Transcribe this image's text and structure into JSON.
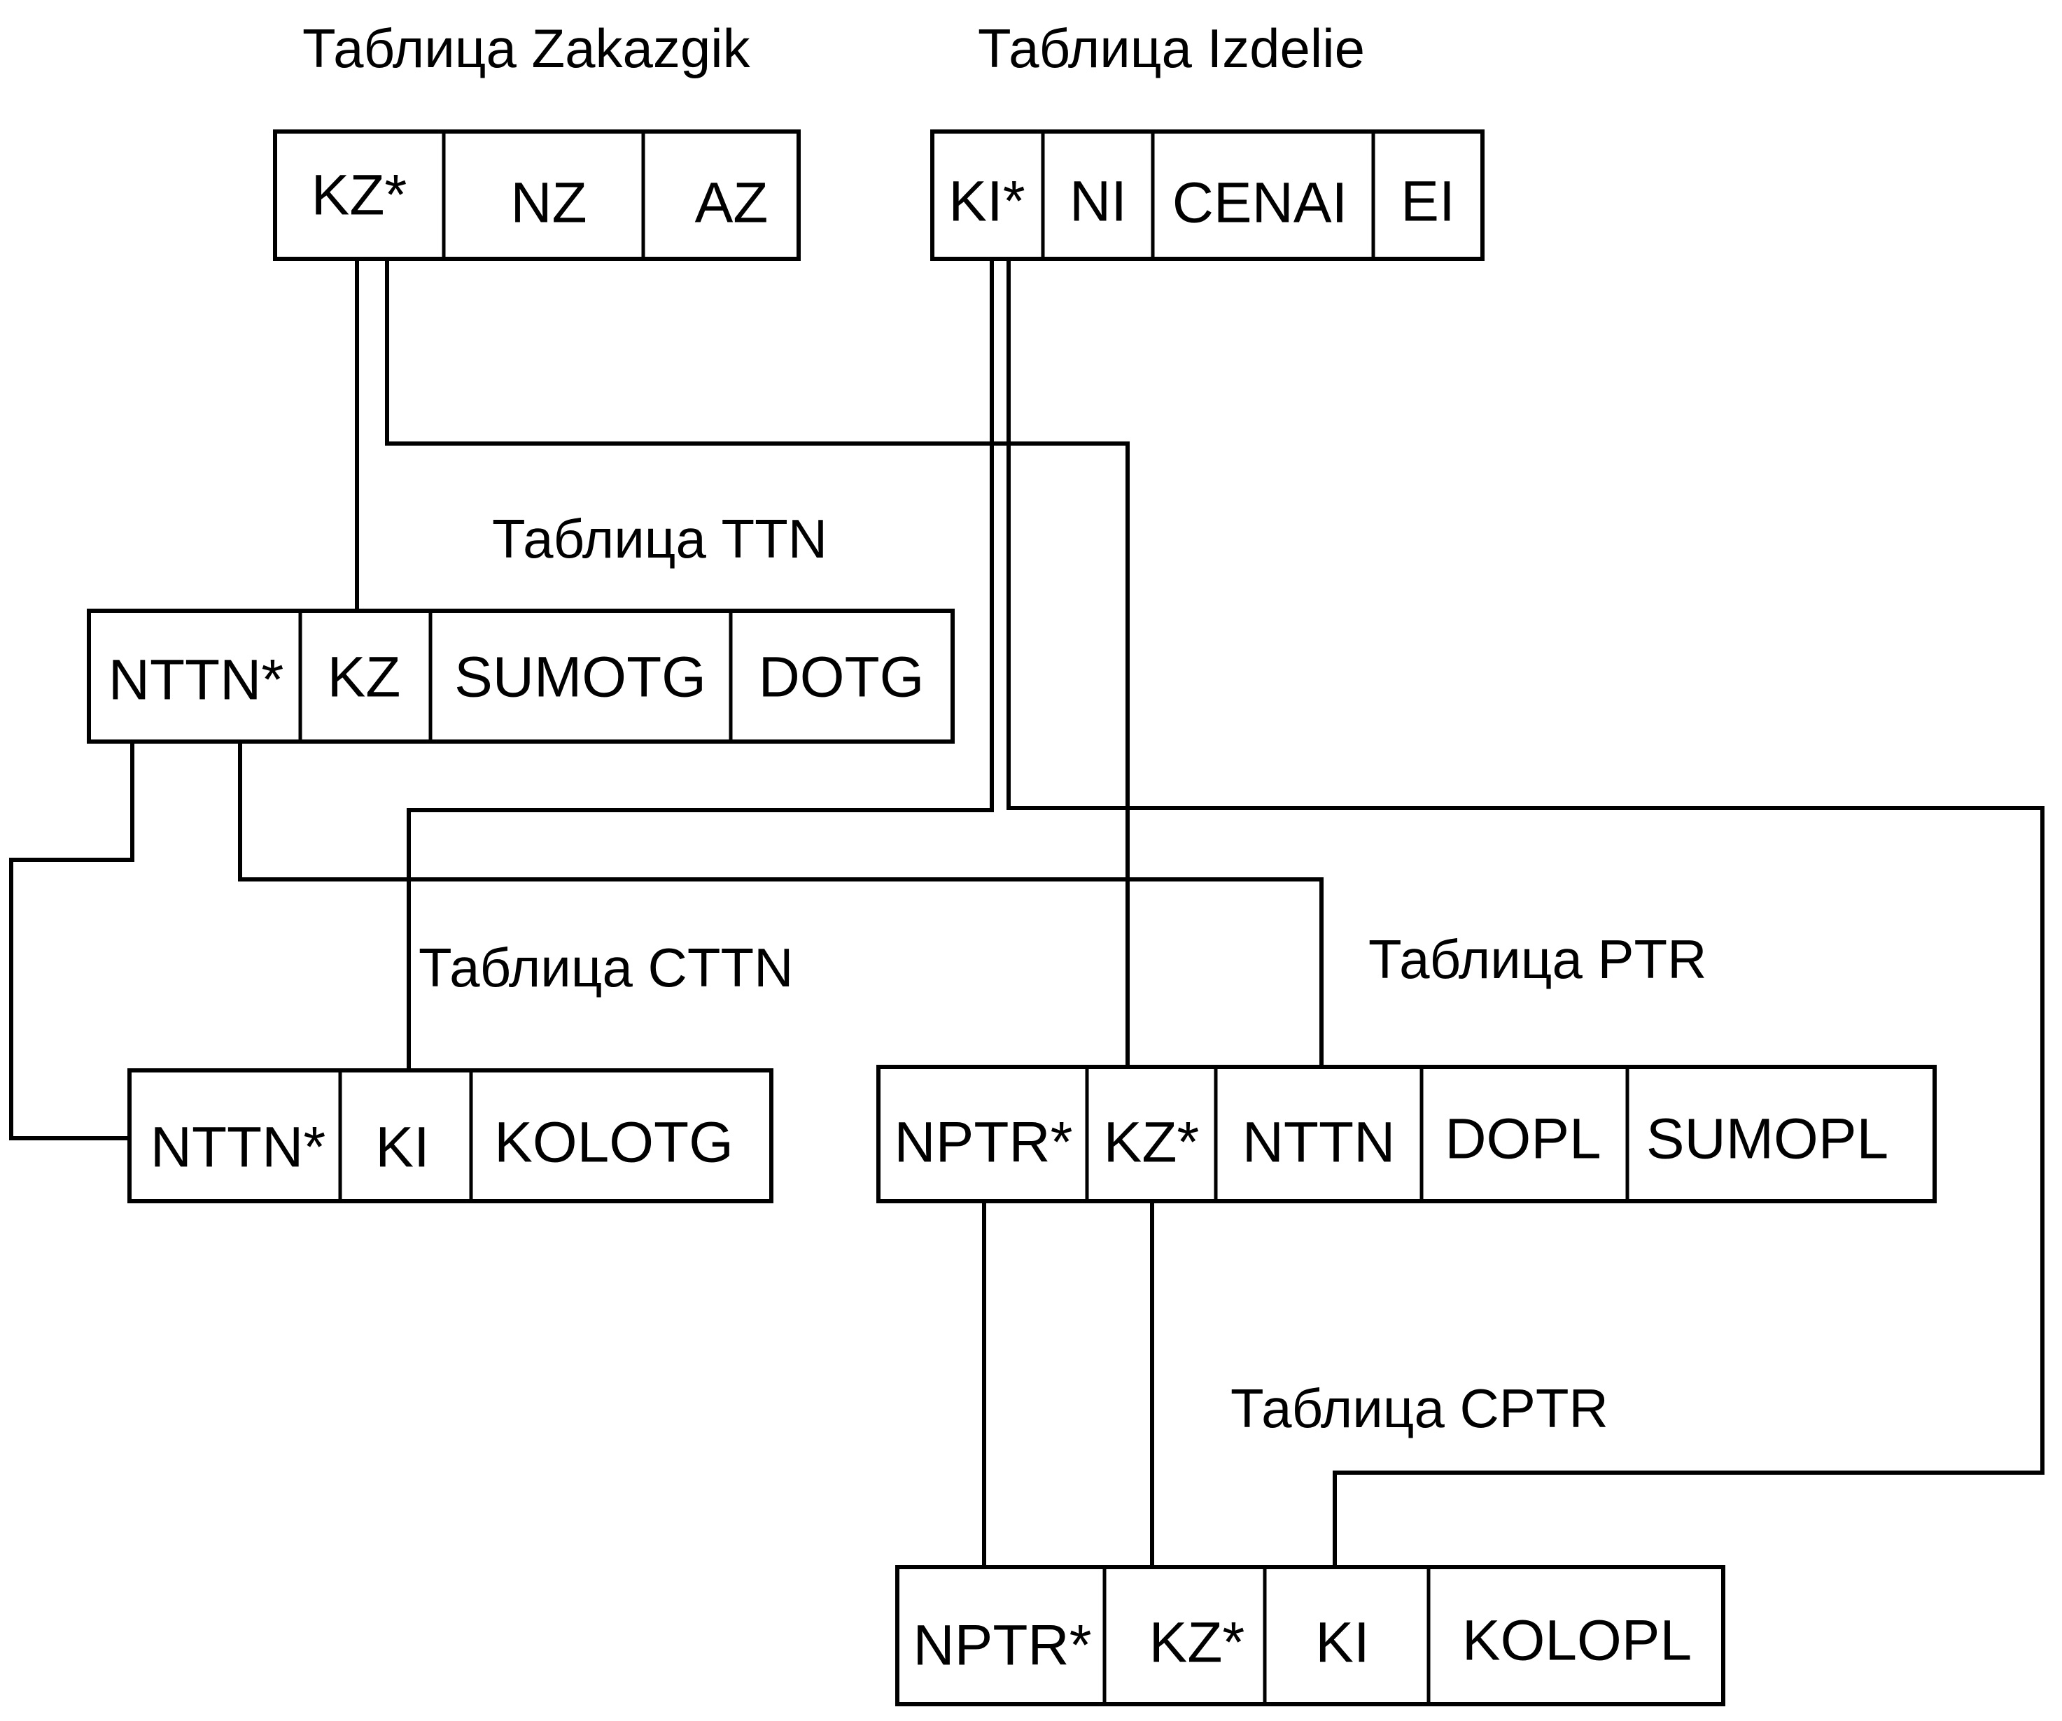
{
  "tables": [
    {
      "id": "zakazgik",
      "title": "Таблица Zakazgik",
      "fields": [
        "KZ*",
        "NZ",
        "AZ"
      ]
    },
    {
      "id": "izdelie",
      "title": "Таблица Izdelie",
      "fields": [
        "KI*",
        "NI",
        "CENAI",
        "EI"
      ]
    },
    {
      "id": "ttn",
      "title": "Таблица TTN",
      "fields": [
        "NTTN*",
        "KZ",
        "SUMOTG",
        "DOTG"
      ]
    },
    {
      "id": "cttn",
      "title": "Таблица CTTN",
      "fields": [
        "NTTN*",
        "KI",
        "KOLOTG"
      ]
    },
    {
      "id": "ptr",
      "title": "Таблица PTR",
      "fields": [
        "NPTR*",
        "KZ*",
        "NTTN",
        "DOPL",
        "SUMOPL"
      ]
    },
    {
      "id": "cptr",
      "title": "Таблица CPTR",
      "fields": [
        "NPTR*",
        "KZ*",
        "KI",
        "KOLOPL"
      ]
    }
  ],
  "relations": [
    {
      "from": "Zakazgik.KZ*",
      "to": "TTN.KZ"
    },
    {
      "from": "Zakazgik.KZ*",
      "to": "PTR.KZ*"
    },
    {
      "from": "Izdelie.KI*",
      "to": "CTTN.KI"
    },
    {
      "from": "Izdelie.KI*",
      "to": "CPTR.KI"
    },
    {
      "from": "TTN.NTTN*",
      "to": "CTTN.NTTN*"
    },
    {
      "from": "TTN.NTTN*",
      "to": "PTR.NTTN"
    },
    {
      "from": "PTR.NPTR*",
      "to": "CPTR.NPTR*"
    },
    {
      "from": "PTR.KZ*",
      "to": "CPTR.KZ*"
    }
  ]
}
